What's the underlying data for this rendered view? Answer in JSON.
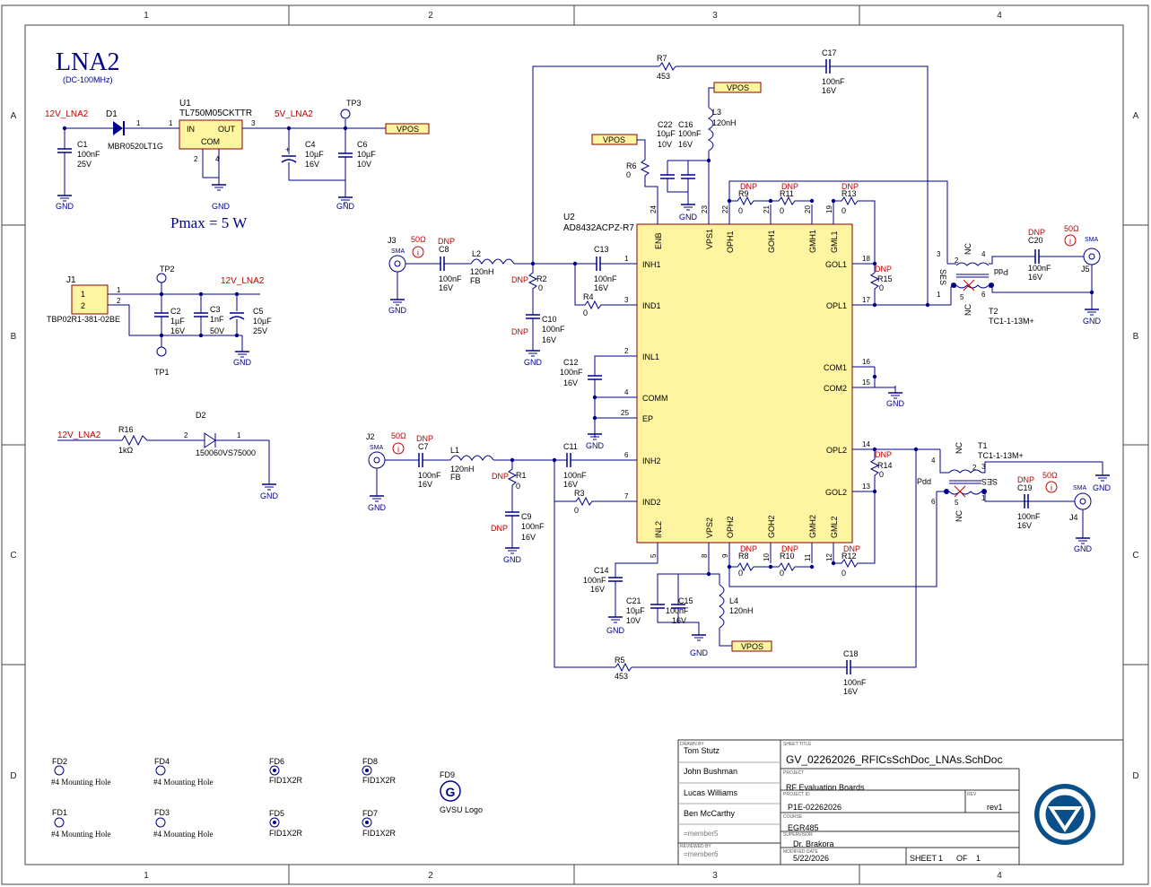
{
  "grid": {
    "cols": [
      "1",
      "2",
      "3",
      "4"
    ],
    "rows": [
      "A",
      "B",
      "C",
      "D"
    ]
  },
  "header": {
    "title": "LNA2",
    "subtitle": "(DC-100MHz)",
    "pmax": "Pmax = 5 W"
  },
  "nets": {
    "v12": "12V_LNA2",
    "v5": "5V_LNA2",
    "vpos": "VPOS",
    "gnd": "GND"
  },
  "reg": {
    "d1": "D1",
    "d1_part": "MBR0520LT1G",
    "u1": "U1",
    "u1_part": "TL750M05CKTTR",
    "in": "IN",
    "out": "OUT",
    "com": "COM",
    "p1": "1",
    "p2": "2",
    "p3": "3",
    "p4": "4",
    "c1": "C1",
    "c1_v": "100nF",
    "c1_r": "25V",
    "c4": "C4",
    "c4_v": "10µF",
    "c4_r": "16V",
    "c6": "C6",
    "c6_v": "10µF",
    "c6_r": "10V",
    "tp3": "TP3"
  },
  "power_in": {
    "j1": "J1",
    "j1_part": "TBP02R1-381-02BE",
    "p1": "1",
    "p2": "2",
    "tp1": "TP1",
    "tp2": "TP2",
    "c2": "C2",
    "c2_v": "1µF",
    "c2_r": "16V",
    "c3": "C3",
    "c3_v": "1nF",
    "c3_r": "50V",
    "c5": "C5",
    "c5_v": "10µF",
    "c5_r": "25V"
  },
  "led": {
    "r16": "R16",
    "r16_v": "1kΩ",
    "d2": "D2",
    "d2_part": "150060VS75000",
    "p1": "1",
    "p2": "2"
  },
  "ic": {
    "u2": "U2",
    "part": "AD8432ACPZ-R7",
    "left_pins": [
      {
        "n": "1",
        "name": "INH1"
      },
      {
        "n": "3",
        "name": "IND1"
      },
      {
        "n": "2",
        "name": "INL1"
      },
      {
        "n": "4",
        "name": "COMM"
      },
      {
        "n": "25",
        "name": "EP"
      },
      {
        "n": "6",
        "name": "INH2"
      },
      {
        "n": "7",
        "name": "IND2"
      }
    ],
    "right_pins": [
      {
        "n": "18",
        "name": "GOL1"
      },
      {
        "n": "17",
        "name": "OPL1"
      },
      {
        "n": "16",
        "name": "COM1"
      },
      {
        "n": "15",
        "name": "COM2"
      },
      {
        "n": "14",
        "name": "OPL2"
      },
      {
        "n": "13",
        "name": "GOL2"
      }
    ],
    "top_pins": [
      {
        "n": "24",
        "name": "ENB"
      },
      {
        "n": "23",
        "name": "VPS1"
      },
      {
        "n": "22",
        "name": "OPH1"
      },
      {
        "n": "21",
        "name": "GOH1"
      },
      {
        "n": "20",
        "name": "GMH1"
      },
      {
        "n": "19",
        "name": "GML1"
      }
    ],
    "bottom_pins": [
      {
        "n": "5",
        "name": "INL2"
      },
      {
        "n": "8",
        "name": "VPS2"
      },
      {
        "n": "9",
        "name": "OPH2"
      },
      {
        "n": "10",
        "name": "GOH2"
      },
      {
        "n": "11",
        "name": "GMH2"
      },
      {
        "n": "12",
        "name": "GML2"
      }
    ]
  },
  "ch1": {
    "j3": "J3",
    "sma": "SMA",
    "ohm": "50Ω",
    "dnp": "DNP",
    "c8": "C8",
    "c8_v": "100nF",
    "c8_r": "16V",
    "l2": "L2",
    "l2_v": "120nH",
    "l2_t": "FB",
    "r2": "R2",
    "r2_v": "0",
    "c10": "C10",
    "c10_v": "100nF",
    "c10_r": "16V",
    "c13": "C13",
    "c13_v": "100nF",
    "c13_r": "16V",
    "r4": "R4",
    "r4_v": "0",
    "c12": "C12",
    "c12_v": "100nF",
    "c12_r": "16V",
    "r7": "R7",
    "r7_v": "453",
    "c17": "C17",
    "c17_v": "100nF",
    "c17_r": "16V",
    "l3": "L3",
    "l3_v": "120nH",
    "c22": "C22",
    "c22_v": "10µF",
    "c22_r": "10V",
    "c16": "C16",
    "c16_v": "100nF",
    "c16_r": "16V",
    "r6": "R6",
    "r6_v": "0",
    "r9": "R9",
    "r11": "R11",
    "r13": "R13",
    "r15": "R15",
    "zero": "0",
    "t2": "T2",
    "t2_part": "TC1-1-13M+",
    "nc": "NC",
    "pdd": "Pdd",
    "ses": "SES",
    "c20": "C20",
    "c20_v": "100nF",
    "c20_r": "16V",
    "j5": "J5",
    "tp": {
      "p3": "3",
      "p1": "1",
      "p4": "4",
      "p6": "6",
      "p2": "2",
      "p5": "5"
    }
  },
  "ch2": {
    "j2": "J2",
    "c7": "C7",
    "c7_v": "100nF",
    "c7_r": "16V",
    "l1": "L1",
    "l1_v": "120nH",
    "l1_t": "FB",
    "r1": "R1",
    "r1_v": "0",
    "c9": "C9",
    "c9_v": "100nF",
    "c9_r": "16V",
    "c11": "C11",
    "c11_v": "100nF",
    "c11_r": "16V",
    "r3": "R3",
    "r3_v": "0",
    "c14": "C14",
    "c14_v": "100nF",
    "c14_r": "16V",
    "c21": "C21",
    "c21_v": "10µF",
    "c21_r": "10V",
    "c15": "C15",
    "c15_v": "100nF",
    "c15_r": "16V",
    "l4": "L4",
    "l4_v": "120nH",
    "r5": "R5",
    "r5_v": "453",
    "c18": "C18",
    "c18_v": "100nF",
    "c18_r": "16V",
    "r8": "R8",
    "r10": "R10",
    "r12": "R12",
    "r14": "R14",
    "t1": "T1",
    "t1_part": "TC1-1-13M+",
    "c19": "C19",
    "c19_v": "100nF",
    "c19_r": "16V",
    "j4": "J4"
  },
  "mounting": {
    "fd1": "FD1",
    "fd2": "FD2",
    "fd3": "FD3",
    "fd4": "FD4",
    "hole": "#4 Mounting Hole",
    "fd5": "FD5",
    "fd6": "FD6",
    "fd7": "FD7",
    "fd8": "FD8",
    "fid": "FID1X2R",
    "fd9": "FD9",
    "gvsu": "GVSU Logo",
    "g": "G"
  },
  "title_block": {
    "drawn_by_h": "DRAWN BY",
    "m1": "Tom Stutz",
    "m2": "John Bushman",
    "m3": "Lucas Williams",
    "m4": "Ben McCarthy",
    "m5": "=member5",
    "reviewed_h": "REVIEWED BY",
    "m6": "=member6",
    "sheet_title_h": "SHEET TITLE",
    "sheet_title": "GV_02262026_RFICsSchDoc_LNAs.SchDoc",
    "project_h": "PROJECT",
    "project": "RF Evaluation Boards",
    "project_id_h": "PROJECT ID",
    "project_id": "P1E-02262026",
    "rev_h": "REV",
    "rev": "rev1",
    "course_h": "COURSE",
    "course": "EGR485",
    "supervisor_h": "SUPERVISOR",
    "supervisor": "Dr. Brakora",
    "date_h": "MODIFIED DATE",
    "date": "5/22/2026",
    "sheet": "SHEET",
    "sheet_n": "1",
    "of": "OF",
    "sheet_total": "1"
  },
  "colors": {
    "wire": "#00008b",
    "red": "#c00000",
    "part": "#fff4a0",
    "pin_red": "#cc0000",
    "logo": "#0b4f8a"
  }
}
